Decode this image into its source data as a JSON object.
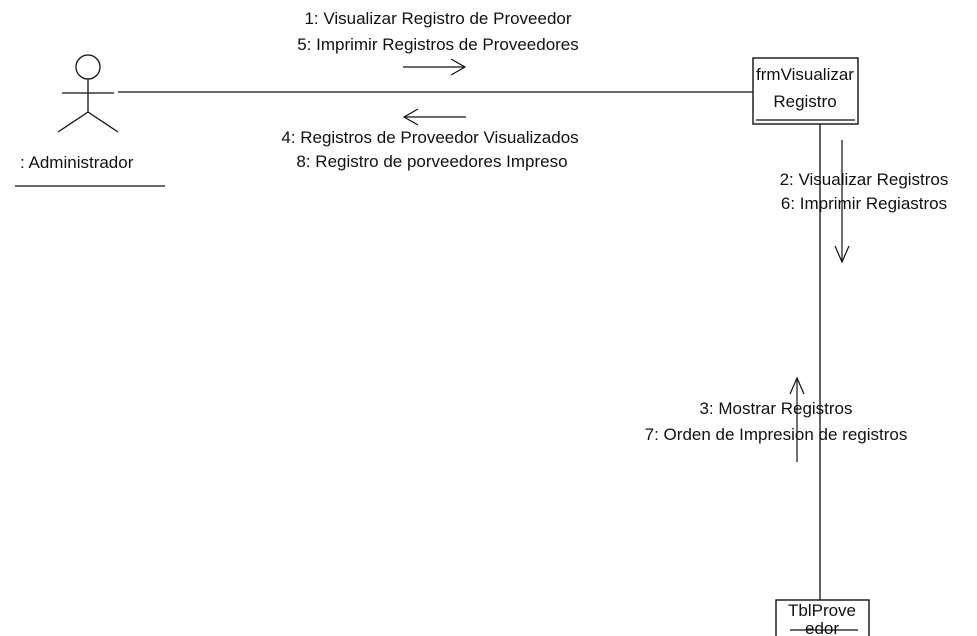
{
  "actor": {
    "name": ": Administrador",
    "icon": "stick-figure-actor-icon"
  },
  "objects": {
    "form": {
      "line1": "frmVisualizar",
      "line2": "Registro"
    },
    "table": {
      "line1": "TblProve",
      "line2": "edor"
    }
  },
  "messages": {
    "actor_to_form": [
      "1: Visualizar Registro de Proveedor",
      "5: Imprimir Registros de Proveedores"
    ],
    "form_to_actor": [
      "4: Registros de Proveedor Visualizados",
      "8: Registro de porveedores Impreso"
    ],
    "form_to_table": [
      "2: Visualizar Registros",
      "6: Imprimir Regiastros"
    ],
    "table_to_form": [
      "3: Mostrar Registros",
      "7: Orden de Impresion de registros"
    ]
  }
}
